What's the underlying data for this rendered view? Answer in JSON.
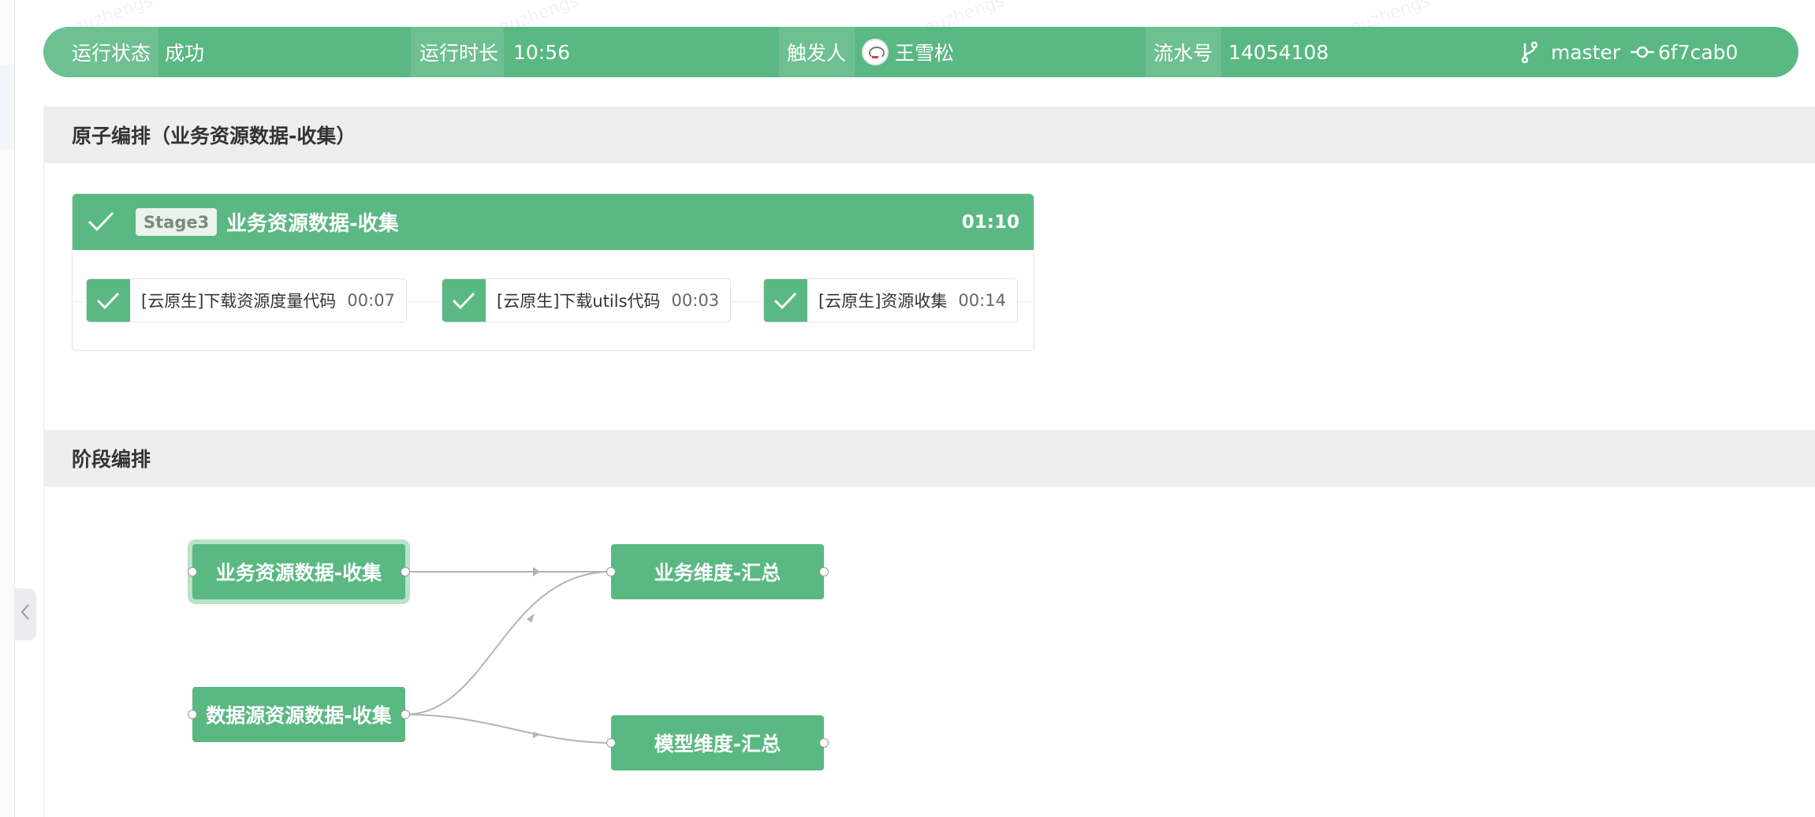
{
  "status": {
    "run_status_label": "运行状态",
    "run_status_value": "成功",
    "duration_label": "运行时长",
    "duration_value": "10:56",
    "trigger_label": "触发人",
    "trigger_value": "王雪松",
    "build_no_label": "流水号",
    "build_no_value": "14054108",
    "branch": "master",
    "commit": "6f7cab0"
  },
  "atom_section": {
    "title": "原子编排（业务资源数据-收集）",
    "stage": {
      "badge": "Stage3",
      "name": "业务资源数据-收集",
      "time": "01:10",
      "tasks": [
        {
          "name": "[云原生]下载资源度量代码",
          "time": "00:07"
        },
        {
          "name": "[云原生]下载utils代码",
          "time": "00:03"
        },
        {
          "name": "[云原生]资源收集",
          "time": "00:14"
        }
      ]
    }
  },
  "stage_section": {
    "title": "阶段编排",
    "nodes": [
      {
        "name": "业务资源数据-收集",
        "selected": true
      },
      {
        "name": "数据源资源数据-收集",
        "selected": false
      },
      {
        "name": "业务维度-汇总",
        "selected": false
      },
      {
        "name": "模型维度-汇总",
        "selected": false
      }
    ]
  },
  "watermark": "guzhengs",
  "colors": {
    "accent": "#5ab883",
    "section_bg": "#eeeeee",
    "selected_glow": "#b9e2c9"
  }
}
